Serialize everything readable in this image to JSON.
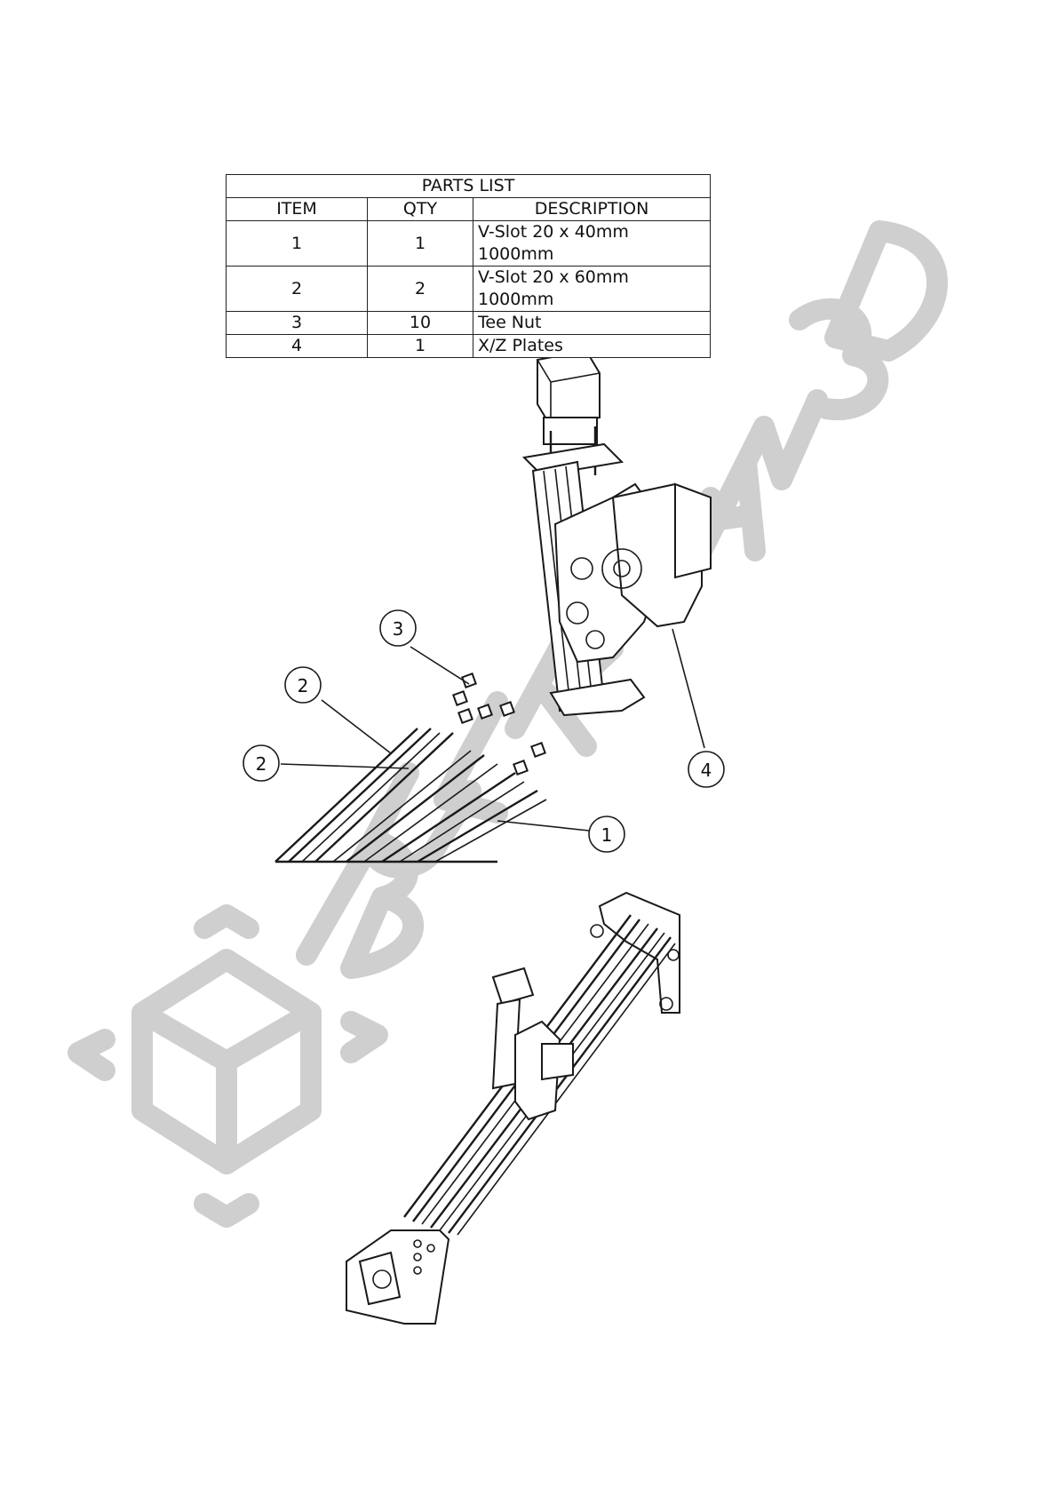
{
  "parts_list": {
    "title": "PARTS LIST",
    "headers": [
      "ITEM",
      "QTY",
      "DESCRIPTION"
    ],
    "rows": [
      {
        "item": "1",
        "qty": "1",
        "description": "V-Slot 20 x 40mm 1000mm"
      },
      {
        "item": "2",
        "qty": "2",
        "description": "V-Slot 20 x 60mm 1000mm"
      },
      {
        "item": "3",
        "qty": "10",
        "description": "Tee Nut"
      },
      {
        "item": "4",
        "qty": "1",
        "description": "X/Z Plates"
      }
    ]
  },
  "balloons": {
    "b3": "3",
    "b2a": "2",
    "b2b": "2",
    "b4": "4",
    "b1": "1"
  },
  "watermark_text": "BULK MAN 3D",
  "colors": {
    "watermark": "#cfcfcf",
    "line": "#1a1a1a"
  }
}
